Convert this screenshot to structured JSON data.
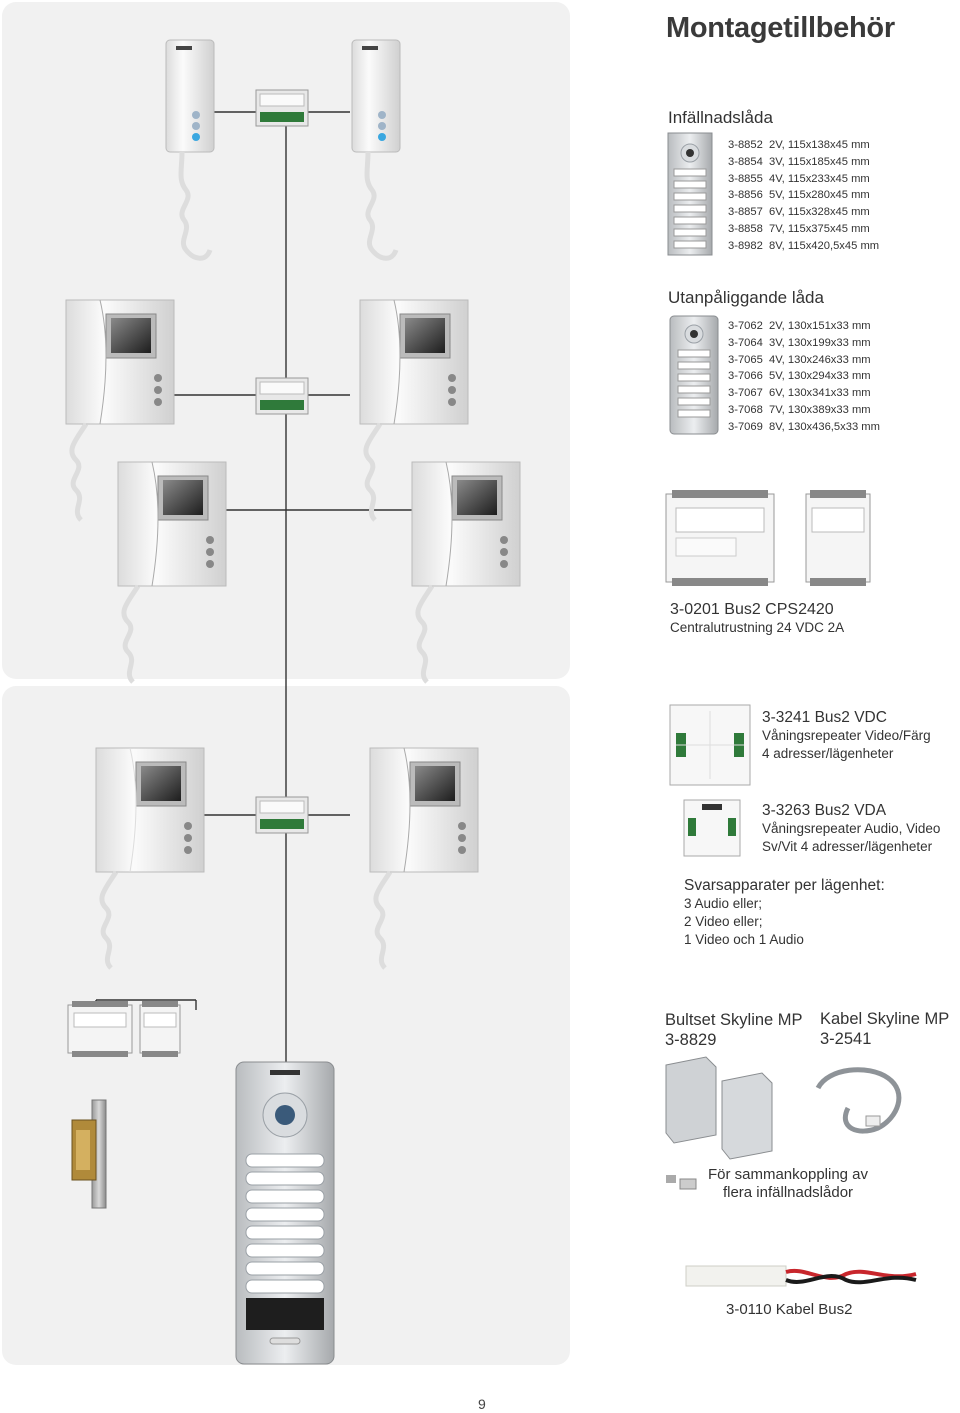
{
  "page": {
    "title": "Montagetillbehör",
    "page_number": "9"
  },
  "flush_box": {
    "heading": "Infällnadslåda",
    "items": [
      {
        "code": "3-8852",
        "spec": "2V, 115x138x45 mm"
      },
      {
        "code": "3-8854",
        "spec": "3V, 115x185x45 mm"
      },
      {
        "code": "3-8855",
        "spec": "4V, 115x233x45 mm"
      },
      {
        "code": "3-8856",
        "spec": "5V, 115x280x45 mm"
      },
      {
        "code": "3-8857",
        "spec": "6V, 115x328x45 mm"
      },
      {
        "code": "3-8858",
        "spec": "7V, 115x375x45 mm"
      },
      {
        "code": "3-8982",
        "spec": "8V, 115x420,5x45 mm"
      }
    ]
  },
  "surface_box": {
    "heading": "Utanpåliggande låda",
    "items": [
      {
        "code": "3-7062",
        "spec": "2V, 130x151x33 mm"
      },
      {
        "code": "3-7064",
        "spec": "3V, 130x199x33 mm"
      },
      {
        "code": "3-7065",
        "spec": "4V, 130x246x33 mm"
      },
      {
        "code": "3-7066",
        "spec": "5V, 130x294x33 mm"
      },
      {
        "code": "3-7067",
        "spec": "6V, 130x341x33 mm"
      },
      {
        "code": "3-7068",
        "spec": "7V, 130x389x33 mm"
      },
      {
        "code": "3-7069",
        "spec": "8V, 130x436,5x33 mm"
      }
    ]
  },
  "central_unit": {
    "title": "3-0201 Bus2 CPS2420",
    "subtitle": "Centralutrustning 24 VDC 2A"
  },
  "repeater_video": {
    "title": "3-3241 Bus2 VDC",
    "line1": "Våningsrepeater Video/Färg",
    "line2": "4 adresser/lägenheter"
  },
  "repeater_audio": {
    "title": "3-3263 Bus2 VDA",
    "line1": "Våningsrepeater Audio, Video",
    "line2": "Sv/Vit 4 adresser/lägenheter"
  },
  "answering_units": {
    "heading": "Svarsapparater per lägenhet:",
    "lines": [
      "3 Audio eller;",
      "2 Video eller;",
      "1 Video och 1 Audio"
    ]
  },
  "bolt_set": {
    "title": "Bultset Skyline MP",
    "code": "3-8829"
  },
  "cable_skyline": {
    "title": "Kabel Skyline MP",
    "code": "3-2541"
  },
  "connect_note": {
    "line1": "För sammankoppling av",
    "line2": "flera infällnadslådor"
  },
  "bus_cable": {
    "label": "3-0110 Kabel Bus2"
  },
  "colors": {
    "panel_bg": "#f1f1f1",
    "cable_red": "#c8262c",
    "cable_black": "#1a1a1a",
    "led_blue": "#3aa7e0"
  }
}
